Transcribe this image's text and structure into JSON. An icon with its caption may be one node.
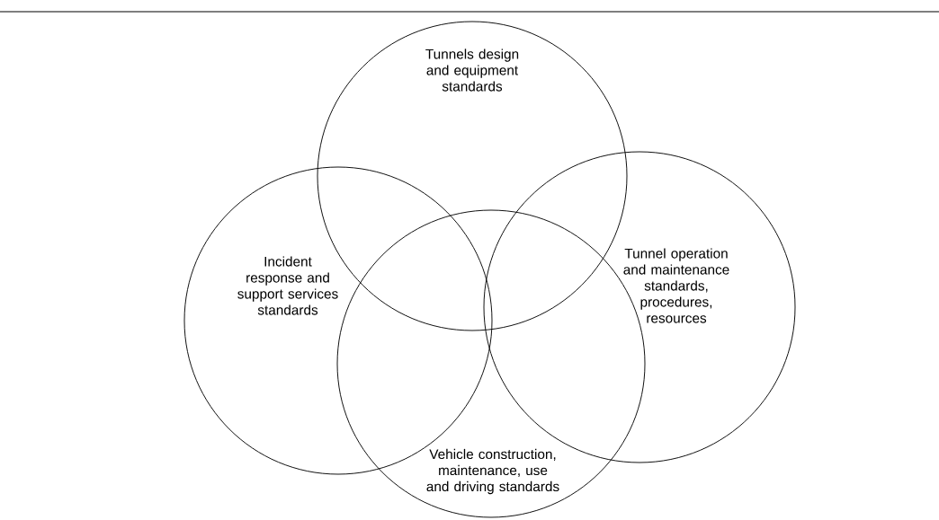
{
  "diagram": {
    "nodes": [
      {
        "text": [
          "Tunnels design and equipment standards"
        ]
      },
      {
        "text": [
          "Incident response and support services standards"
        ]
      },
      {
        "text": [
          "Tunnel operation and maintenance standards, procedures, resources"
        ]
      },
      {
        "text": [
          "Vehicle construction, maintenance, use and driving standards"
        ]
      }
    ],
    "edges": []
  }
}
